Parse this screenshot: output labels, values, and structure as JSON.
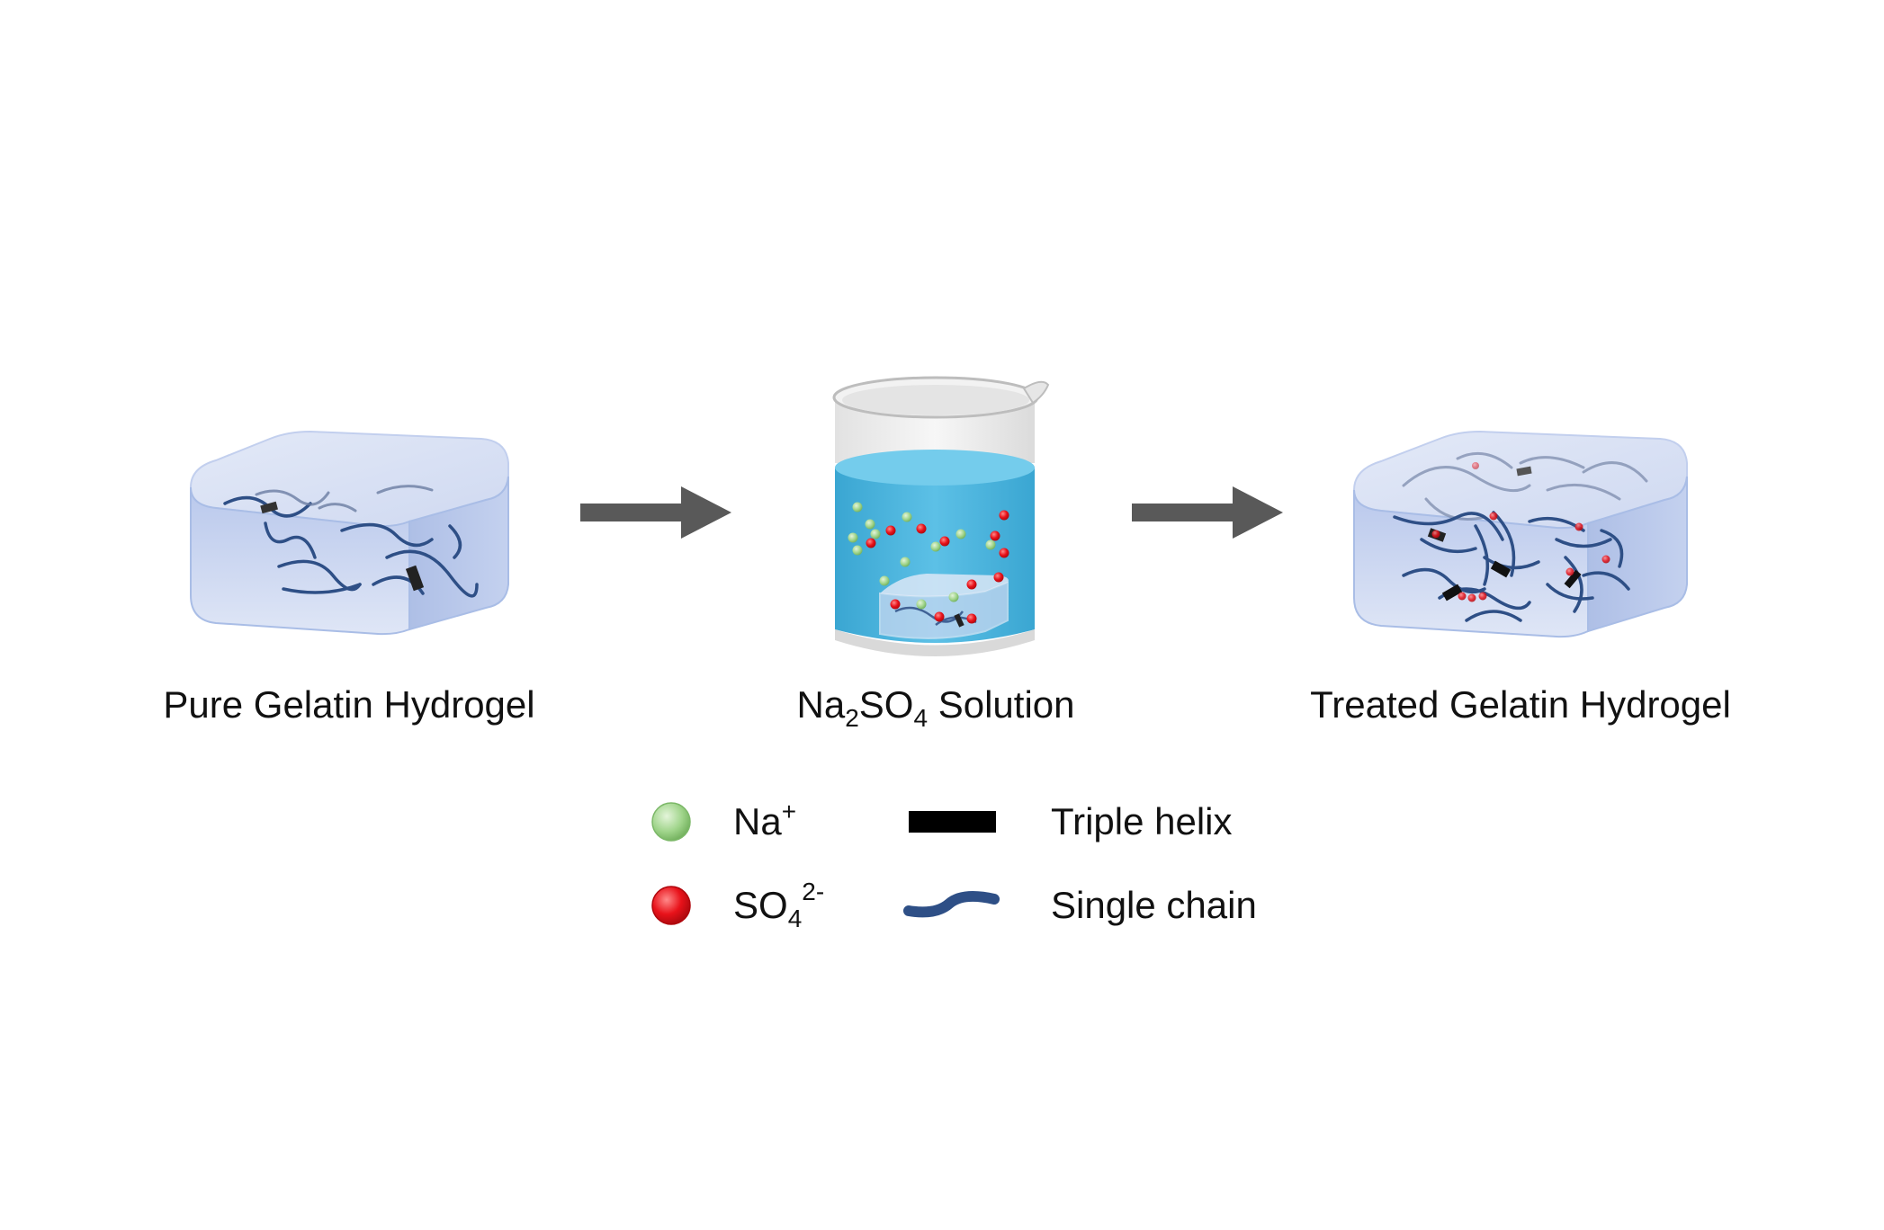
{
  "colors": {
    "background": "#ffffff",
    "gel_fill": "#c9d5ef",
    "gel_edge": "#a9bde6",
    "solution": "#4fb9df",
    "solution_top": "#6cc8eb",
    "arrow": "#595959",
    "single_chain": "#2e4f86",
    "triple_helix": "#000000",
    "na_ion": "#9fd48a",
    "so4_ion": "#e8121a"
  },
  "labels": {
    "pure_gel": "Pure Gelatin Hydrogel",
    "solution": {
      "part1": "Na",
      "sub1": "2",
      "part2": "SO",
      "sub2": "4",
      "part3": " Solution"
    },
    "treated_gel": "Treated Gelatin Hydrogel"
  },
  "legend": {
    "na": {
      "base": "Na",
      "sup": "+"
    },
    "so4": {
      "base": "SO",
      "sub": "4",
      "sup": "2-"
    },
    "triple_helix": "Triple helix",
    "single_chain": "Single chain"
  },
  "icons": [
    "gel-block-icon",
    "arrow-icon",
    "beaker-icon",
    "ion-sphere-icon",
    "helix-bar-icon",
    "chain-wave-icon"
  ]
}
